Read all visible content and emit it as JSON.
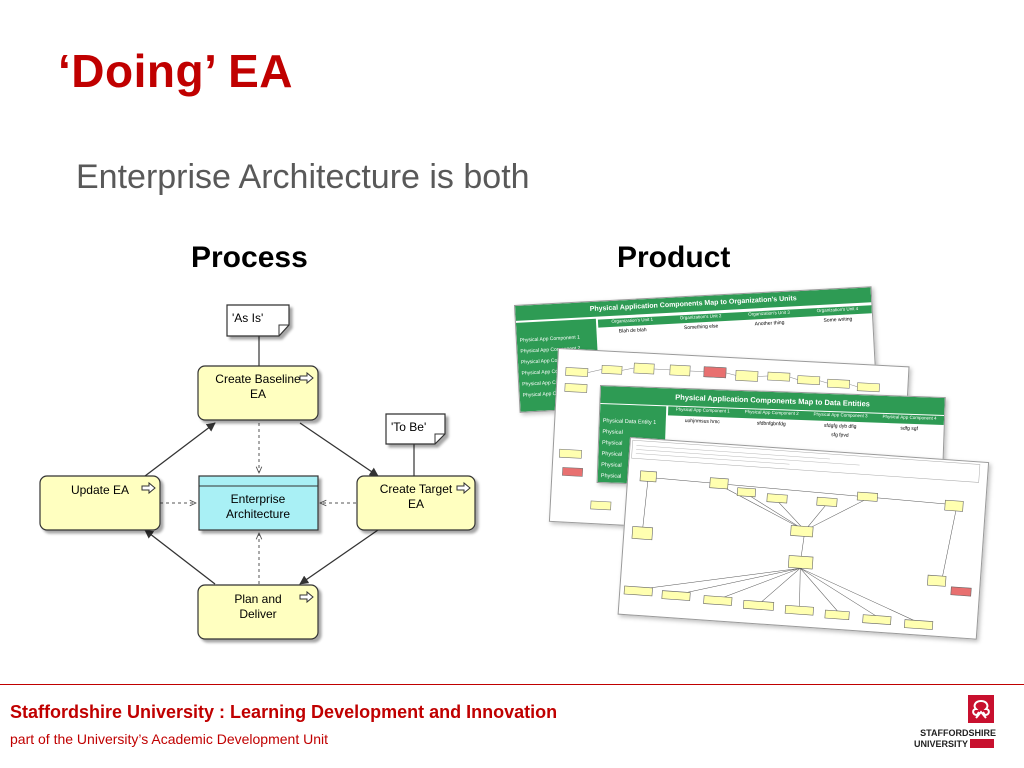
{
  "slide": {
    "title": "‘Doing’ EA",
    "subtitle": "Enterprise Architecture is both",
    "process_heading": "Process",
    "product_heading": "Product"
  },
  "process_diagram": {
    "as_is": "'As Is'",
    "to_be": "'To Be'",
    "create_baseline_l1": "Create Baseline",
    "create_baseline_l2": "EA",
    "update_ea": "Update EA",
    "enterprise_l1": "Enterprise",
    "enterprise_l2": "Architecture",
    "create_target_l1": "Create Target",
    "create_target_l2": "EA",
    "plan_l1": "Plan and",
    "plan_l2": "Deliver"
  },
  "product_images": {
    "sheet1_title": "Physical Application Components Map to Organization's Units",
    "sheet1_cols": [
      "Organization's Unit 1",
      "Organization's Unit 2",
      "Organization's Unit 3",
      "Organization's Unit 4"
    ],
    "sheet1_row1": [
      "Blah de blah",
      "Something else",
      "Another thing",
      "Some writing"
    ],
    "sheet1_rows": [
      "Physical App Component 1",
      "Physical App Component 2",
      "Physical App Component 3",
      "Physical App Component 4",
      "Physical App Component 5",
      "Physical App Component 6"
    ],
    "sheet3_title": "Physical Application Components Map to Data Entities",
    "sheet3_cols": [
      "Physical App Component 1",
      "Physical App Component 2",
      "Physical App Component 3",
      "Physical App Component 4"
    ],
    "sheet3_row1": [
      "uohjnmsus hmc",
      "sfdbnfgbnfdg",
      "sfdgfg dyb dfig",
      "sdfg sgf"
    ],
    "sheet3_row2": [
      "",
      "",
      "sfg fpvd",
      ""
    ],
    "sheet3_rows": [
      "Physical Data Entity 1",
      "Physical",
      "Physical",
      "Physical",
      "Physical",
      "Physical"
    ]
  },
  "footer": {
    "main": "Staffordshire University : Learning Development and Innovation",
    "sub": "part of the University’s Academic Development Unit",
    "logo_l1": "STAFFORDSHIRE",
    "logo_l2": "UNIVERSITY"
  },
  "colors": {
    "title_red": "#c00000",
    "process_box": "#ffffc0",
    "enterprise_box": "#a9f0f5",
    "table_green": "#2e9b54"
  }
}
